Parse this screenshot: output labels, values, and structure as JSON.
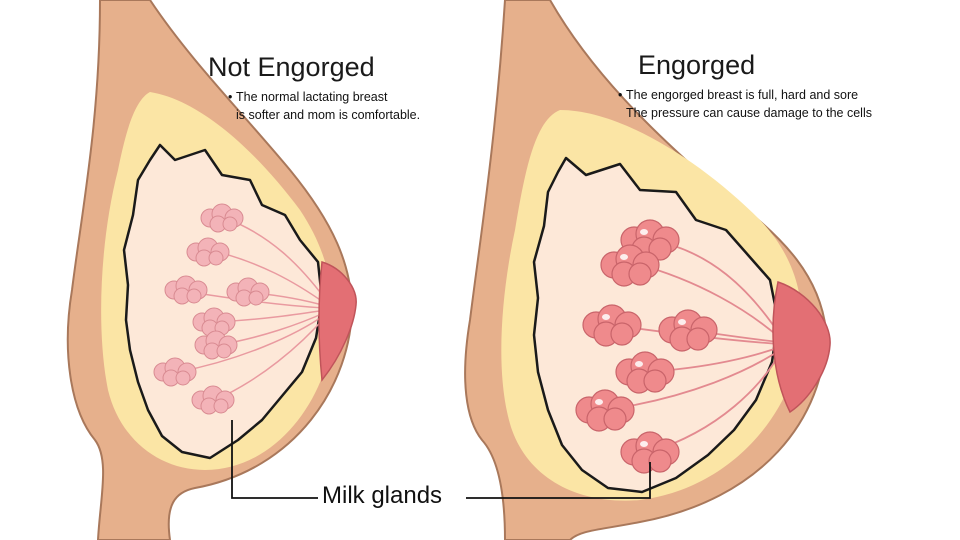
{
  "left_panel": {
    "title": "Not Engorged",
    "bullet_line1": "The normal lactating breast",
    "bullet_line2": "is softer and mom is comfortable."
  },
  "right_panel": {
    "title": "Engorged",
    "bullet_line1": "The engorged breast is full, hard and sore",
    "bullet_line2": "The pressure can cause damage to the cells"
  },
  "callout_label": "Milk glands",
  "colors": {
    "skin": "#e6b08c",
    "skin_outline": "#a9785b",
    "fat": "#fbe5a5",
    "tissue": "#fde8d8",
    "gland_normal": "#f3b3b8",
    "gland_engorged": "#ef8a8c",
    "nipple": "#e36f74"
  }
}
